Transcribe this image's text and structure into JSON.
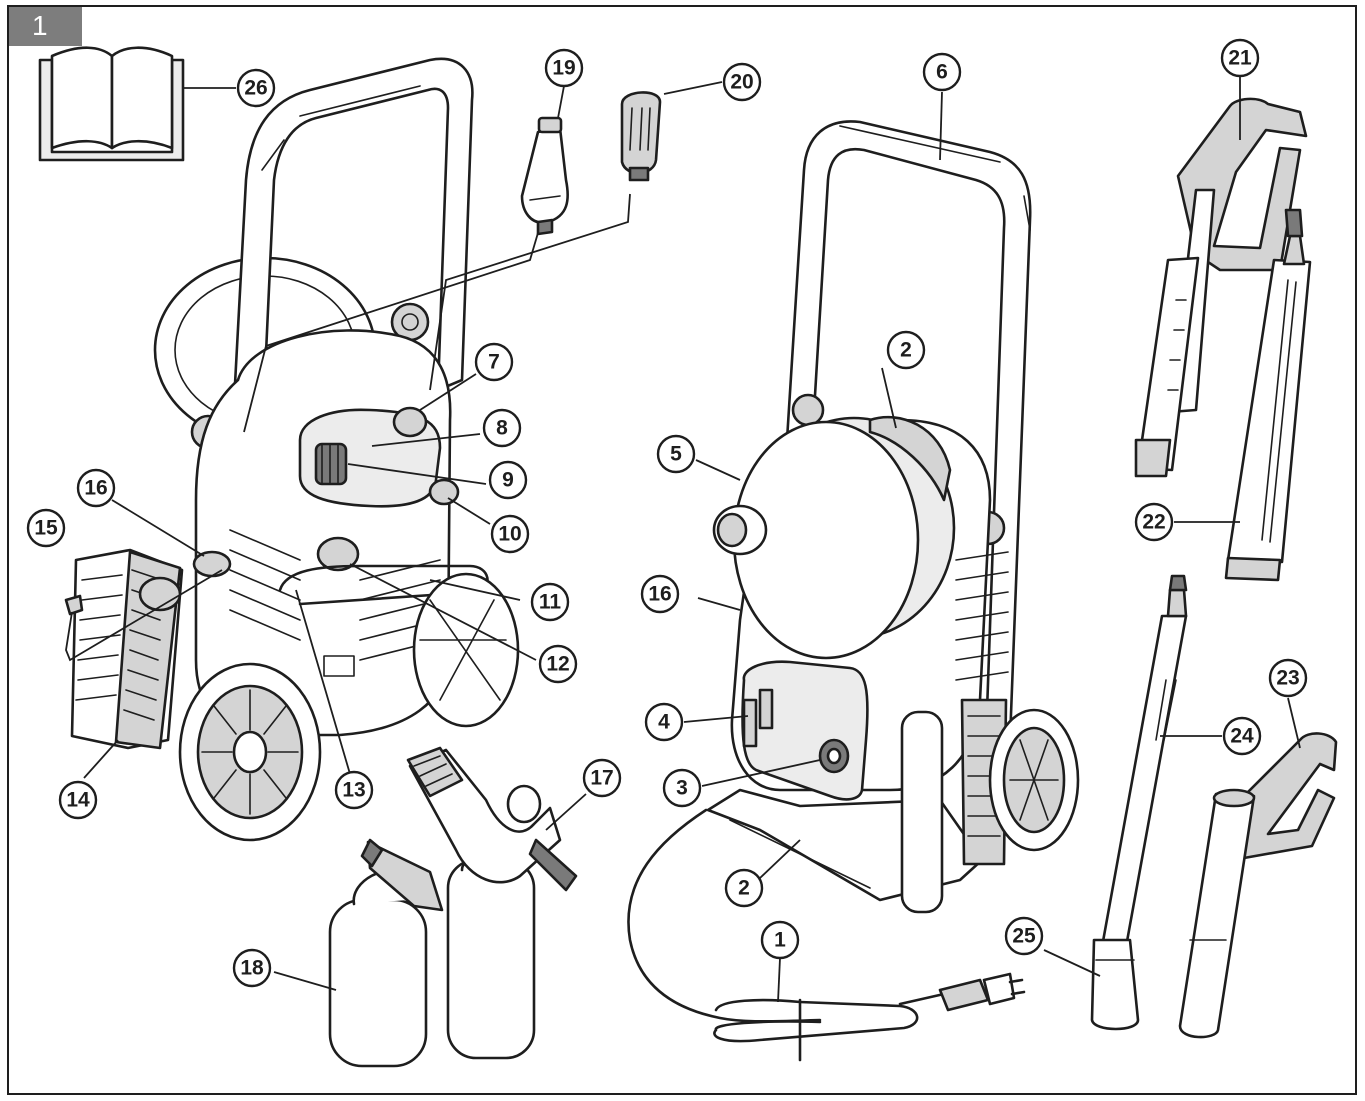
{
  "figure": {
    "number": "1"
  },
  "callouts": [
    {
      "label": "1"
    },
    {
      "label": "2"
    },
    {
      "label": "2"
    },
    {
      "label": "3"
    },
    {
      "label": "4"
    },
    {
      "label": "5"
    },
    {
      "label": "6"
    },
    {
      "label": "7"
    },
    {
      "label": "8"
    },
    {
      "label": "9"
    },
    {
      "label": "10"
    },
    {
      "label": "11"
    },
    {
      "label": "12"
    },
    {
      "label": "13"
    },
    {
      "label": "14"
    },
    {
      "label": "15"
    },
    {
      "label": "16"
    },
    {
      "label": "16"
    },
    {
      "label": "17"
    },
    {
      "label": "18"
    },
    {
      "label": "19"
    },
    {
      "label": "20"
    },
    {
      "label": "21"
    },
    {
      "label": "22"
    },
    {
      "label": "23"
    },
    {
      "label": "24"
    },
    {
      "label": "25"
    },
    {
      "label": "26"
    }
  ],
  "colors": {
    "frame": "#1e1e1e",
    "tab": "#7d7d7d",
    "part_shading": "#d4d4d4"
  }
}
